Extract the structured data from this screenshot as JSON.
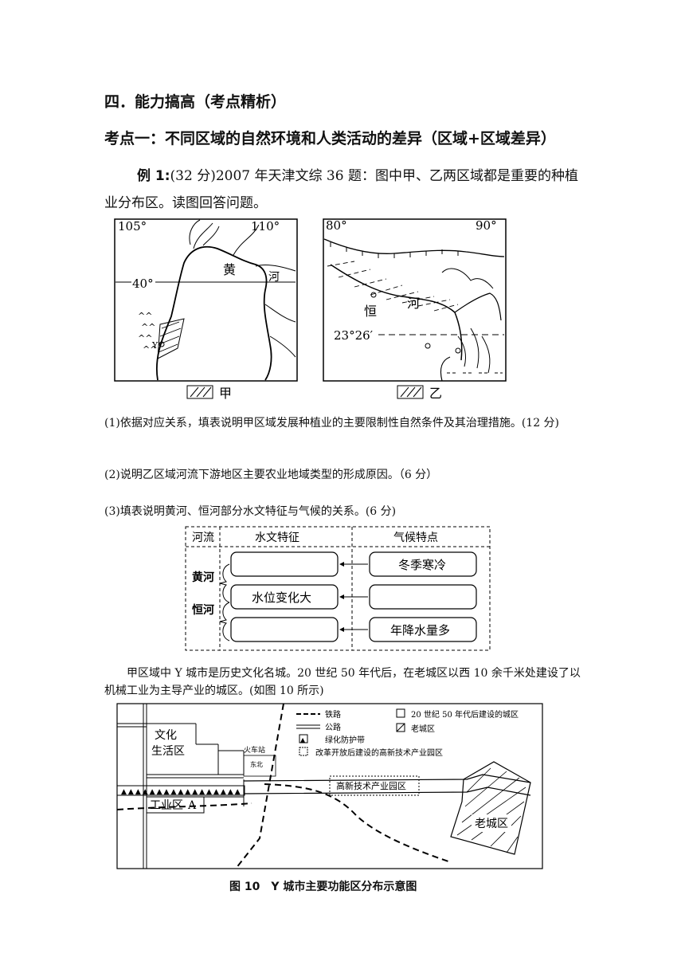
{
  "heading_section": "四．能力搞高（考点精析）",
  "heading_topic": "考点一：不同区域的自然环境和人类活动的差异（区域+区域差异）",
  "example": {
    "label": "例 1:",
    "text": "(32 分)2007 年天津文综 36 题：图中甲、乙两区域都是重要的种植业分布区。读图回答问题。"
  },
  "map_left": {
    "lon1": "105°",
    "lon2": "110°",
    "lat": "40°",
    "river1": "黄",
    "river2": "河",
    "city": "Y",
    "legend": "甲"
  },
  "map_right": {
    "lon1": "80°",
    "lon2": "90°",
    "lat": "23°26′",
    "river1": "恒",
    "river2": "河",
    "legend": "乙"
  },
  "questions": {
    "q1": "(1)依据对应关系，填表说明甲区域发展种植业的主要限制性自然条件及其治理措施。(12 分)",
    "q2": "(2)说明乙区域河流下游地区主要农业地域类型的形成原因。（6 分）",
    "q3": "(3)填表说明黄河、恒河部分水文特征与气候的关系。(6 分)"
  },
  "table": {
    "col_river": "河流",
    "col_hydro": "水文特征",
    "col_climate": "气候特点",
    "row_huanghe": "黄河",
    "row_henghe": "恒河",
    "hydro_2": "水位变化大",
    "climate_1": "冬季寒冷",
    "climate_3": "年降水量多"
  },
  "paragraph": "甲区域中 Y 城市是历史文化名城。20 世纪 50 年代后，在老城区以西 10 余千米处建设了以机械工业为主导产业的城区。(如图 10 所示)",
  "city_map": {
    "culture_1": "文化",
    "culture_2": "生活区",
    "industry": "工业区",
    "industry_mark": "A",
    "station_1": "火车站",
    "station_2": "东北",
    "hitech": "高新技术产业园区",
    "old_city": "老城区",
    "legend_rail": "铁路",
    "legend_road": "公路",
    "legend_green": "绿化防护带",
    "legend_new": "20 世纪 50 年代后建设的城区",
    "legend_old": "老城区",
    "legend_hitech": "改革开放后建设的高新技术产业园区"
  },
  "caption": "图 10　Y 城市主要功能区分布示意图"
}
